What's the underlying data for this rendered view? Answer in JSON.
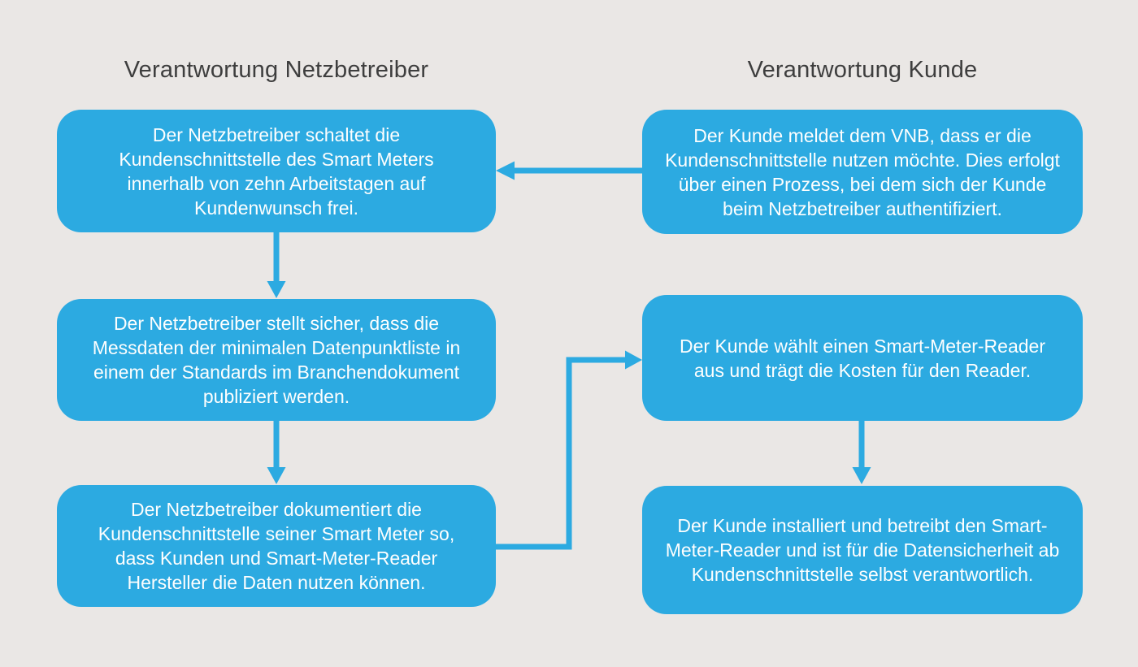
{
  "page": {
    "background_color": "#eae7e5",
    "accent_color": "#2caae1",
    "header_text_color": "#3e3e3e",
    "box_text_color": "#ffffff"
  },
  "columns": [
    {
      "id": "netzbetreiber",
      "header": "Verantwortung Netzbetreiber",
      "boxes": [
        "Der Netzbetreiber schaltet die Kundenschnittstelle des Smart Meters innerhalb von zehn Arbeitstagen auf Kundenwunsch frei.",
        "Der Netzbetreiber stellt sicher, dass die Messdaten der minimalen Datenpunktliste in einem der Standards im Branchendokument publiziert werden.",
        "Der Netzbetreiber dokumentiert die Kundenschnittstelle seiner Smart Meter so, dass Kunden und Smart-Meter-Reader Hersteller die Daten nutzen können."
      ]
    },
    {
      "id": "kunde",
      "header": "Verantwortung Kunde",
      "boxes": [
        "Der Kunde meldet dem VNB, dass er die Kundenschnittstelle nutzen möchte. Dies erfolgt über einen Prozess, bei dem sich der Kunde beim Netzbetreiber authentifiziert.",
        "Der Kunde wählt einen Smart-Meter-Reader aus und trägt die Kosten für den Reader.",
        "Der Kunde installiert und betreibt den Smart-Meter-Reader und ist für die Datensicherheit ab Kundenschnittstelle selbst verantwortlich."
      ]
    }
  ],
  "arrows": [
    {
      "from": "kunde-box-1",
      "to": "netzbetreiber-box-1",
      "direction": "left"
    },
    {
      "from": "netzbetreiber-box-1",
      "to": "netzbetreiber-box-2",
      "direction": "down"
    },
    {
      "from": "netzbetreiber-box-2",
      "to": "netzbetreiber-box-3",
      "direction": "down"
    },
    {
      "from": "netzbetreiber-box-3",
      "to": "kunde-box-2",
      "direction": "elbow-right-up-right"
    },
    {
      "from": "kunde-box-2",
      "to": "kunde-box-3",
      "direction": "down"
    }
  ]
}
